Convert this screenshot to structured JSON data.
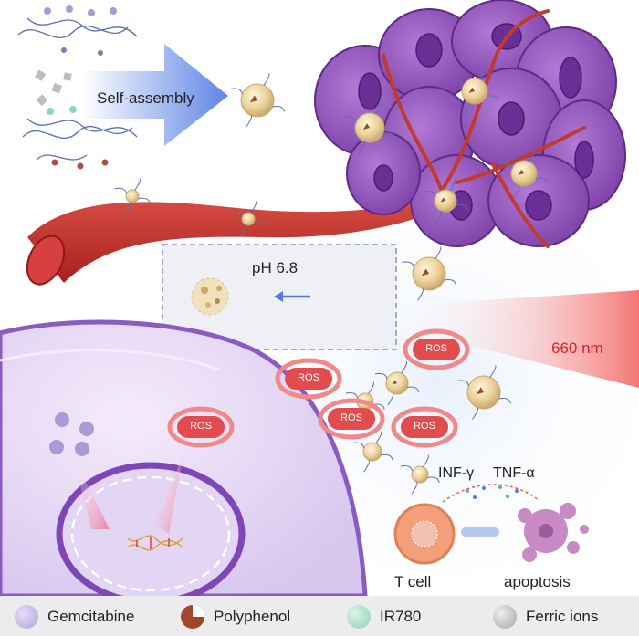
{
  "labels": {
    "self_assembly": "Self-assembly",
    "ph": "pH 6.8",
    "wavelength": "660 nm",
    "inf": "INF-γ",
    "tnf": "TNF-α",
    "t_cell": "T cell",
    "apoptosis": "apoptosis",
    "ros": "ROS"
  },
  "legend": [
    {
      "label": "Gemcitabine",
      "color": "#b0a6d6",
      "icon": "gemcitabine-sphere"
    },
    {
      "label": "Polyphenol",
      "color": "#a0482c",
      "icon": "polyphenol-wedge"
    },
    {
      "label": "IR780",
      "color": "#8fd3b8",
      "icon": "ir780-sphere"
    },
    {
      "label": "Ferric ions",
      "color": "#b5b5b5",
      "icon": "ferric-ion-sphere"
    }
  ],
  "colors": {
    "tumor": "#9b59c2",
    "vessel": "#c8302a",
    "nanoparticle": "#e8cf98",
    "ros": "#e04848",
    "cell": "#c9b6e6",
    "arrow": "#6d8fe8",
    "laser": "#f06666"
  }
}
